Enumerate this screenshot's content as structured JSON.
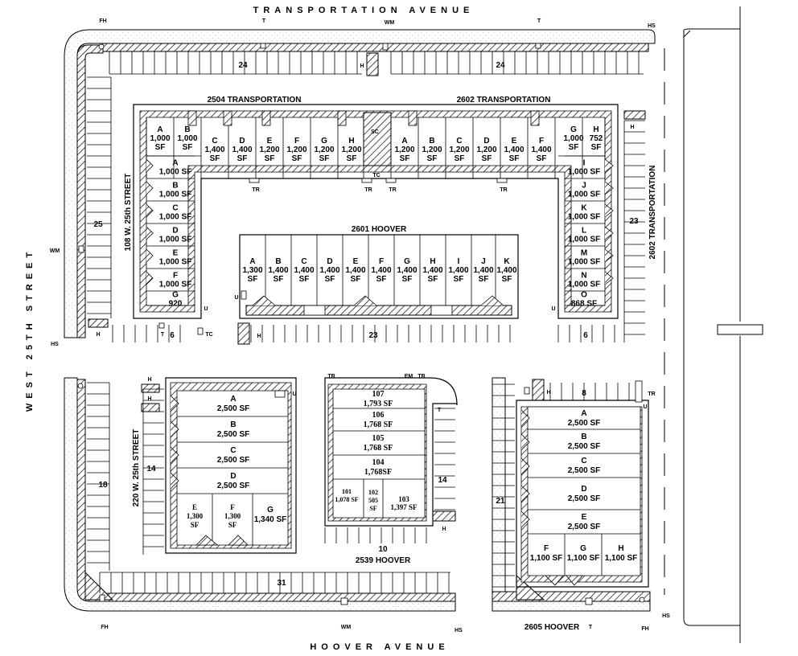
{
  "streets": {
    "north": "TRANSPORTATION AVENUE",
    "south": "HOOVER AVENUE",
    "west": "WEST 25TH STREET"
  },
  "buildings": [
    {
      "label": "2504 TRANSPORTATION"
    },
    {
      "label": "2602 TRANSPORTATION"
    },
    {
      "label": "108 W. 25th STREET"
    },
    {
      "label": "2602 TRANSPORTATION"
    },
    {
      "label": "2601 HOOVER"
    },
    {
      "label": "220 W. 25th STREET"
    },
    {
      "label": "2539 HOOVER"
    },
    {
      "label": "2605 HOOVER"
    }
  ],
  "units": {
    "b1_top": [
      {
        "id": "A",
        "lines": [
          "1,000",
          "SF"
        ]
      },
      {
        "id": "B",
        "lines": [
          "1,000",
          "SF"
        ]
      },
      {
        "id": "C",
        "lines": [
          "1,400",
          "SF"
        ]
      },
      {
        "id": "D",
        "lines": [
          "1,400",
          "SF"
        ]
      },
      {
        "id": "E",
        "lines": [
          "1,200",
          "SF"
        ]
      },
      {
        "id": "F",
        "lines": [
          "1,200",
          "SF"
        ]
      },
      {
        "id": "G",
        "lines": [
          "1,200",
          "SF"
        ]
      },
      {
        "id": "H",
        "lines": [
          "1,200",
          "SF"
        ]
      }
    ],
    "b1_side": [
      {
        "id": "A",
        "lines": [
          "1,000 SF"
        ]
      },
      {
        "id": "B",
        "lines": [
          "1,000 SF"
        ]
      },
      {
        "id": "C",
        "lines": [
          "1,000 SF"
        ]
      },
      {
        "id": "D",
        "lines": [
          "1,000 SF"
        ]
      },
      {
        "id": "E",
        "lines": [
          "1,000 SF"
        ]
      },
      {
        "id": "F",
        "lines": [
          "1,000 SF"
        ]
      },
      {
        "id": "G",
        "lines": [
          "920"
        ]
      }
    ],
    "b2_top": [
      {
        "id": "A",
        "lines": [
          "1,200",
          "SF"
        ]
      },
      {
        "id": "B",
        "lines": [
          "1,200",
          "SF"
        ]
      },
      {
        "id": "C",
        "lines": [
          "1,200",
          "SF"
        ]
      },
      {
        "id": "D",
        "lines": [
          "1,200",
          "SF"
        ]
      },
      {
        "id": "E",
        "lines": [
          "1,400",
          "SF"
        ]
      },
      {
        "id": "F",
        "lines": [
          "1,400",
          "SF"
        ]
      },
      {
        "id": "G",
        "lines": [
          "1,000",
          "SF"
        ]
      },
      {
        "id": "H",
        "lines": [
          "752",
          "SF"
        ]
      }
    ],
    "b2_side": [
      {
        "id": "I",
        "lines": [
          "1,000 SF"
        ]
      },
      {
        "id": "J",
        "lines": [
          "1,000 SF"
        ]
      },
      {
        "id": "K",
        "lines": [
          "1,000 SF"
        ]
      },
      {
        "id": "L",
        "lines": [
          "1,000 SF"
        ]
      },
      {
        "id": "M",
        "lines": [
          "1,000 SF"
        ]
      },
      {
        "id": "N",
        "lines": [
          "1,000 SF"
        ]
      },
      {
        "id": "O",
        "lines": [
          "868 SF"
        ]
      }
    ],
    "hoover2601": [
      {
        "id": "A",
        "lines": [
          "1,300",
          "SF"
        ]
      },
      {
        "id": "B",
        "lines": [
          "1,400",
          "SF"
        ]
      },
      {
        "id": "C",
        "lines": [
          "1,400",
          "SF"
        ]
      },
      {
        "id": "D",
        "lines": [
          "1,400",
          "SF"
        ]
      },
      {
        "id": "E",
        "lines": [
          "1,400",
          "SF"
        ]
      },
      {
        "id": "F",
        "lines": [
          "1,400",
          "SF"
        ]
      },
      {
        "id": "G",
        "lines": [
          "1,400",
          "SF"
        ]
      },
      {
        "id": "H",
        "lines": [
          "1,400",
          "SF"
        ]
      },
      {
        "id": "I",
        "lines": [
          "1,400",
          "SF"
        ]
      },
      {
        "id": "J",
        "lines": [
          "1,400",
          "SF"
        ]
      },
      {
        "id": "K",
        "lines": [
          "1,400",
          "SF"
        ]
      }
    ],
    "w220": [
      {
        "id": "A",
        "lines": [
          "2,500 SF"
        ]
      },
      {
        "id": "B",
        "lines": [
          "2,500 SF"
        ]
      },
      {
        "id": "C",
        "lines": [
          "2,500 SF"
        ]
      },
      {
        "id": "D",
        "lines": [
          "2,500 SF"
        ]
      }
    ],
    "w220_small": [
      {
        "id": "E",
        "lines": [
          "1,300",
          "SF"
        ]
      },
      {
        "id": "F",
        "lines": [
          "1,300",
          "SF"
        ]
      },
      {
        "id": "G",
        "lines": [
          "1,340 SF"
        ]
      }
    ],
    "hoover2539": [
      {
        "id": "107",
        "lines": [
          "1,793 SF"
        ]
      },
      {
        "id": "106",
        "lines": [
          "1,768 SF"
        ]
      },
      {
        "id": "105",
        "lines": [
          "1,768 SF"
        ]
      },
      {
        "id": "104",
        "lines": [
          "1,768SF"
        ]
      }
    ],
    "hoover2539_small": [
      {
        "id": "101",
        "lines": [
          "1,078 SF"
        ]
      },
      {
        "id": "102",
        "lines": [
          "505",
          "SF"
        ]
      },
      {
        "id": "103",
        "lines": [
          "1,397 SF"
        ]
      }
    ],
    "hoover2605": [
      {
        "id": "A",
        "lines": [
          "2,500 SF"
        ]
      },
      {
        "id": "B",
        "lines": [
          "2,500 SF"
        ]
      },
      {
        "id": "C",
        "lines": [
          "2,500 SF"
        ]
      },
      {
        "id": "D",
        "lines": [
          "2,500 SF"
        ]
      },
      {
        "id": "E",
        "lines": [
          "2,500 SF"
        ]
      }
    ],
    "hoover2605_small": [
      {
        "id": "F",
        "lines": [
          "1,100 SF"
        ]
      },
      {
        "id": "G",
        "lines": [
          "1,100 SF"
        ]
      },
      {
        "id": "H",
        "lines": [
          "1,100 SF"
        ]
      }
    ]
  },
  "parking": [
    "24",
    "24",
    "25",
    "23",
    "6",
    "23",
    "6",
    "8",
    "14",
    "18",
    "14",
    "21",
    "10",
    "31"
  ],
  "markers": [
    "FH",
    "T",
    "WM",
    "T",
    "HS",
    "H",
    "SC",
    "TC",
    "TR",
    "TR",
    "TR",
    "TR",
    "WM",
    "HS",
    "H",
    "U",
    "U",
    "U",
    "T",
    "TC",
    "H",
    "H",
    "TR",
    "EM",
    "TR",
    "T",
    "U",
    "H",
    "TR",
    "U",
    "H",
    "FH",
    "WM",
    "HS",
    "FH",
    "HS",
    "T",
    "H",
    "H"
  ]
}
